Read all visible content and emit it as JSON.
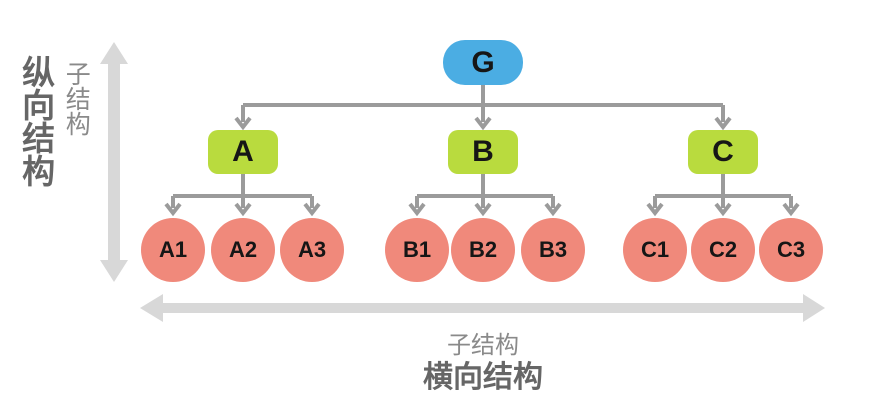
{
  "palette": {
    "root_fill": "#4bade3",
    "branch_fill": "#b9db3e",
    "leaf_fill": "#f0897b",
    "connector": "#9b9b9b",
    "axis_arrow": "#d8d8d8",
    "label_strong": "#666666",
    "label_muted": "#8a8a8a",
    "node_text": "#161616",
    "background": "#ffffff"
  },
  "axes": {
    "vertical": {
      "sub_label": "子结构",
      "main_label": "纵向结构"
    },
    "horizontal": {
      "sub_label": "子结构",
      "main_label": "横向结构"
    }
  },
  "tree": {
    "root": {
      "label": "G"
    },
    "branches": [
      {
        "label": "A",
        "children": [
          {
            "label": "A1"
          },
          {
            "label": "A2"
          },
          {
            "label": "A3"
          }
        ]
      },
      {
        "label": "B",
        "children": [
          {
            "label": "B1"
          },
          {
            "label": "B2"
          },
          {
            "label": "B3"
          }
        ]
      },
      {
        "label": "C",
        "children": [
          {
            "label": "C1"
          },
          {
            "label": "C2"
          },
          {
            "label": "C3"
          }
        ]
      }
    ]
  }
}
